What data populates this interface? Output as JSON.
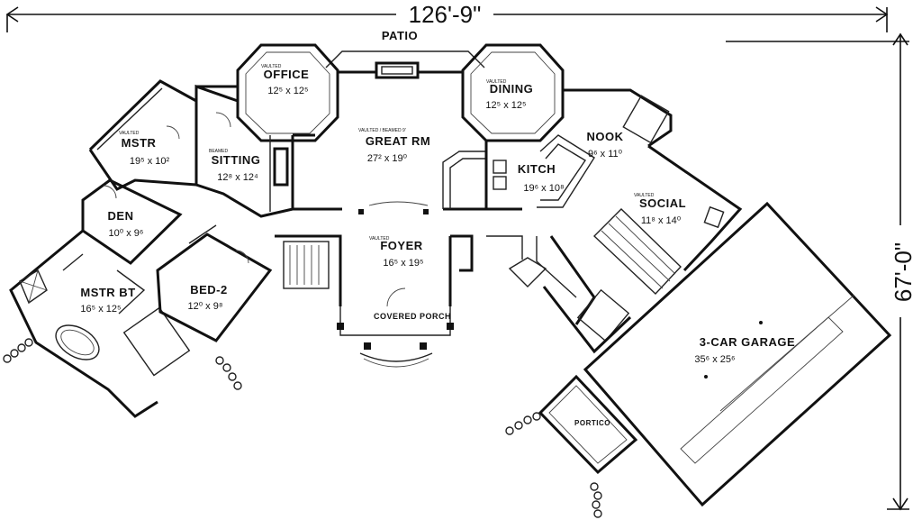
{
  "dimensions": {
    "width": "126'-9\"",
    "depth": "67'-0\""
  },
  "labels": {
    "patio": "PATIO",
    "covered_porch": "COVERED PORCH",
    "portico": "PORTICO",
    "vaulted": "VAULTED",
    "great_rm_note": "VAULTED / BEAMED 9'",
    "sitting_note": "BEAMED"
  },
  "rooms": {
    "office": {
      "name": "OFFICE",
      "size": "12⁵ x 12⁵"
    },
    "dining": {
      "name": "DINING",
      "size": "12⁵ x 12⁵"
    },
    "great_rm": {
      "name": "GREAT RM",
      "size": "27² x 19⁰"
    },
    "mstr": {
      "name": "MSTR",
      "size": "19⁵ x 10²"
    },
    "sitting": {
      "name": "SITTING",
      "size": "12⁸ x 12⁴"
    },
    "nook": {
      "name": "NOOK",
      "size": "9⁶ x 11⁰"
    },
    "kitch": {
      "name": "KITCH",
      "size": "19⁶ x 10⁸"
    },
    "social": {
      "name": "SOCIAL",
      "size": "11⁸ x 14⁰"
    },
    "den": {
      "name": "DEN",
      "size": "10⁰ x 9⁶"
    },
    "foyer": {
      "name": "FOYER",
      "size": "16⁵ x 19⁵"
    },
    "bed2": {
      "name": "BED-2",
      "size": "12⁰ x 9⁸"
    },
    "mstr_bt": {
      "name": "MSTR BT",
      "size": "16⁵ x 12⁵"
    },
    "garage": {
      "name": "3-CAR GARAGE",
      "size": "35⁶ x 25⁶"
    }
  }
}
